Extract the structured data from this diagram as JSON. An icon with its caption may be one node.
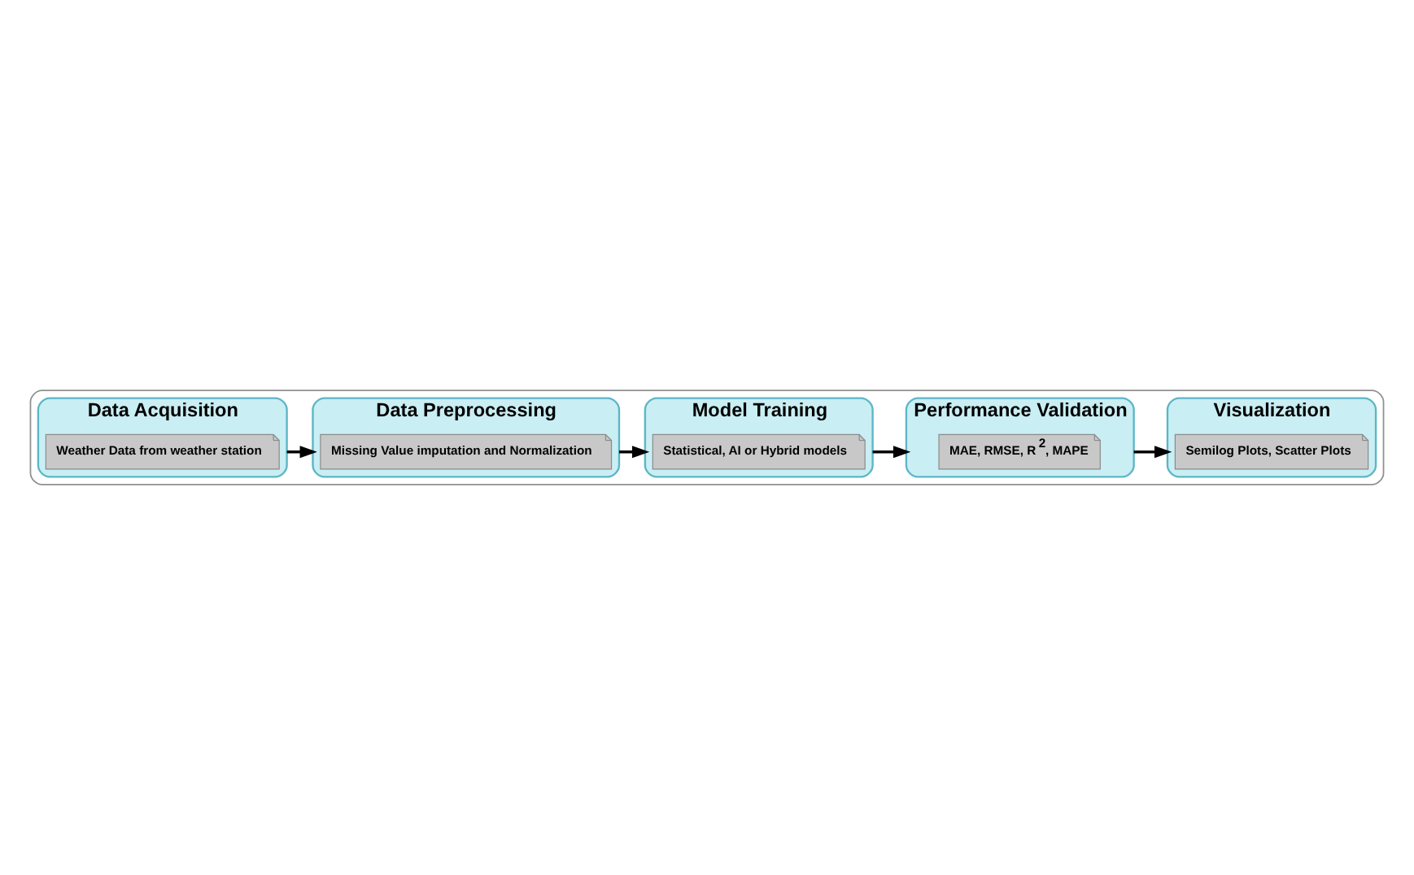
{
  "diagram": {
    "nodes": [
      {
        "text": [],
        "shape": "box"
      },
      {
        "text": [
          "Data Acquisition"
        ],
        "in": 0
      },
      {
        "text": [
          "Weather Data from weather station"
        ],
        "in": 1
      },
      {
        "text": [
          "Data Preprocessing"
        ],
        "in": 0
      },
      {
        "text": [
          "Missing Value imputation and Normalization"
        ],
        "in": 3
      },
      {
        "text": [
          "Model Training"
        ],
        "in": 0
      },
      {
        "text": [
          "Statistical, AI or Hybrid models"
        ],
        "in": 5
      },
      {
        "text": [
          "Performance Validation"
        ],
        "in": 0
      },
      {
        "text": [
          "MAE, RMSE, R$^{2}$, MAPE"
        ],
        "in": 7
      },
      {
        "text": [
          "Visualization"
        ],
        "in": 0
      },
      {
        "text": [
          "Semilog Plots, Scatter Plots"
        ],
        "in": 9
      }
    ],
    "edges": [
      {
        "from": 1,
        "to": 3,
        "arrow": "to"
      },
      {
        "from": 3,
        "to": 5,
        "arrow": "to"
      },
      {
        "from": 5,
        "to": 7,
        "arrow": "to"
      },
      {
        "from": 7,
        "to": 9,
        "arrow": "to"
      }
    ]
  }
}
